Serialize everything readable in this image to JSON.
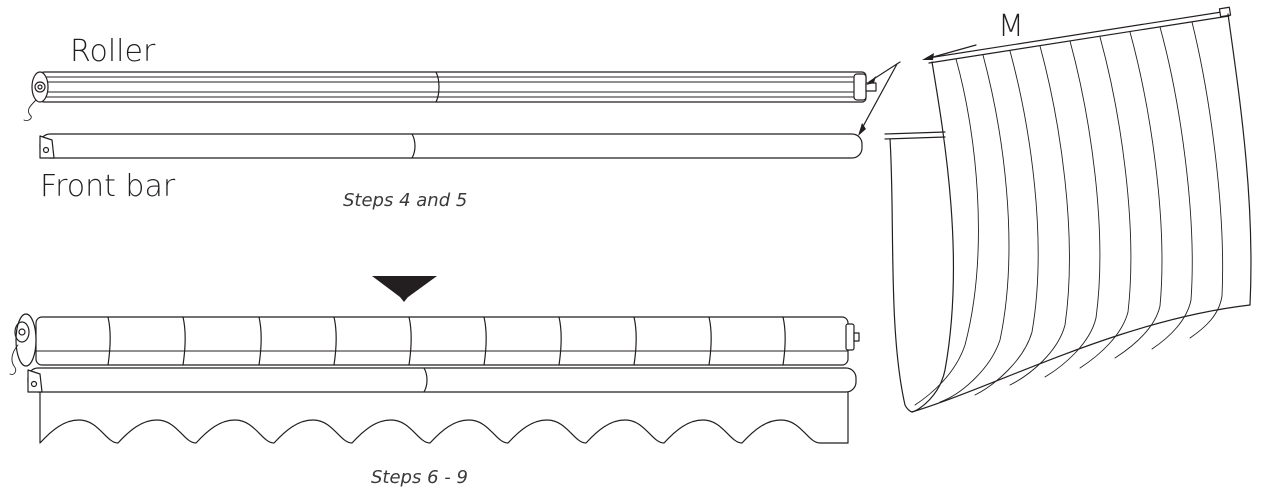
{
  "labels": {
    "roller": "Roller",
    "front_bar": "Front bar",
    "m": "M"
  },
  "captions": {
    "steps_top": "Steps 4 and 5",
    "steps_bottom": "Steps 6 - 9"
  },
  "colors": {
    "line": "#231f20",
    "caption": "#3a3a3a",
    "background": "#ffffff"
  }
}
